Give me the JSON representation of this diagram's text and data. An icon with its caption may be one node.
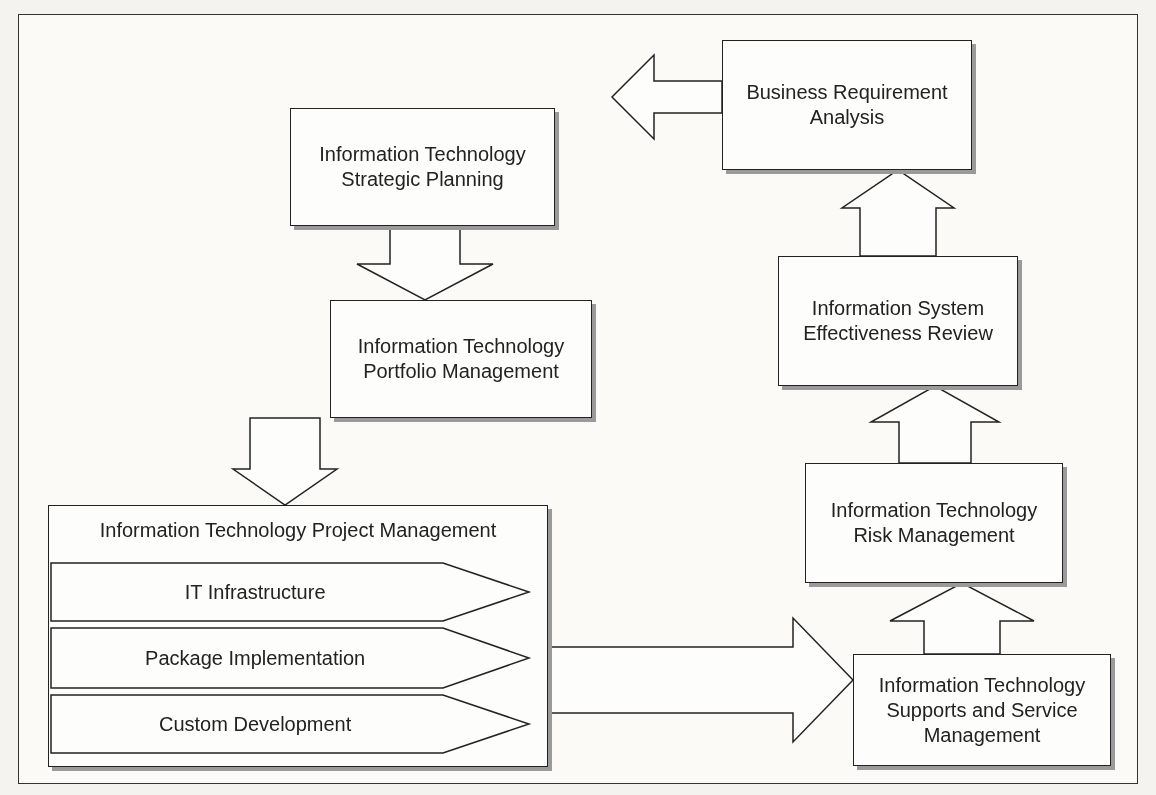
{
  "diagram": {
    "nodes": [
      {
        "text": [
          "Business Requirement Analysis"
        ]
      },
      {
        "text": [
          "Information Technology Strategic Planning"
        ]
      },
      {
        "text": [
          "Information Technology Portfolio Management"
        ]
      },
      {
        "text": [
          "Information Technology Project Management"
        ]
      },
      {
        "text": [
          "IT Infrastructure"
        ],
        "in": 3
      },
      {
        "text": [
          "Package Implementation"
        ],
        "in": 3
      },
      {
        "text": [
          "Custom Development"
        ],
        "in": 3
      },
      {
        "text": [
          "Information System Effectiveness Review"
        ]
      },
      {
        "text": [
          "Information Technology Risk Management"
        ]
      },
      {
        "text": [
          "Information Technology Supports and Service Management"
        ]
      }
    ],
    "edges": [
      {
        "from": 0,
        "to": null,
        "arrow": "to"
      },
      {
        "from": 1,
        "to": 2,
        "arrow": "to"
      },
      {
        "from": 2,
        "to": 3,
        "arrow": "to"
      },
      {
        "from": 3,
        "to": 9,
        "arrow": "to"
      },
      {
        "from": 9,
        "to": 8,
        "arrow": "to"
      },
      {
        "from": 8,
        "to": 7,
        "arrow": "to"
      },
      {
        "from": 7,
        "to": 0,
        "arrow": "to"
      }
    ]
  }
}
